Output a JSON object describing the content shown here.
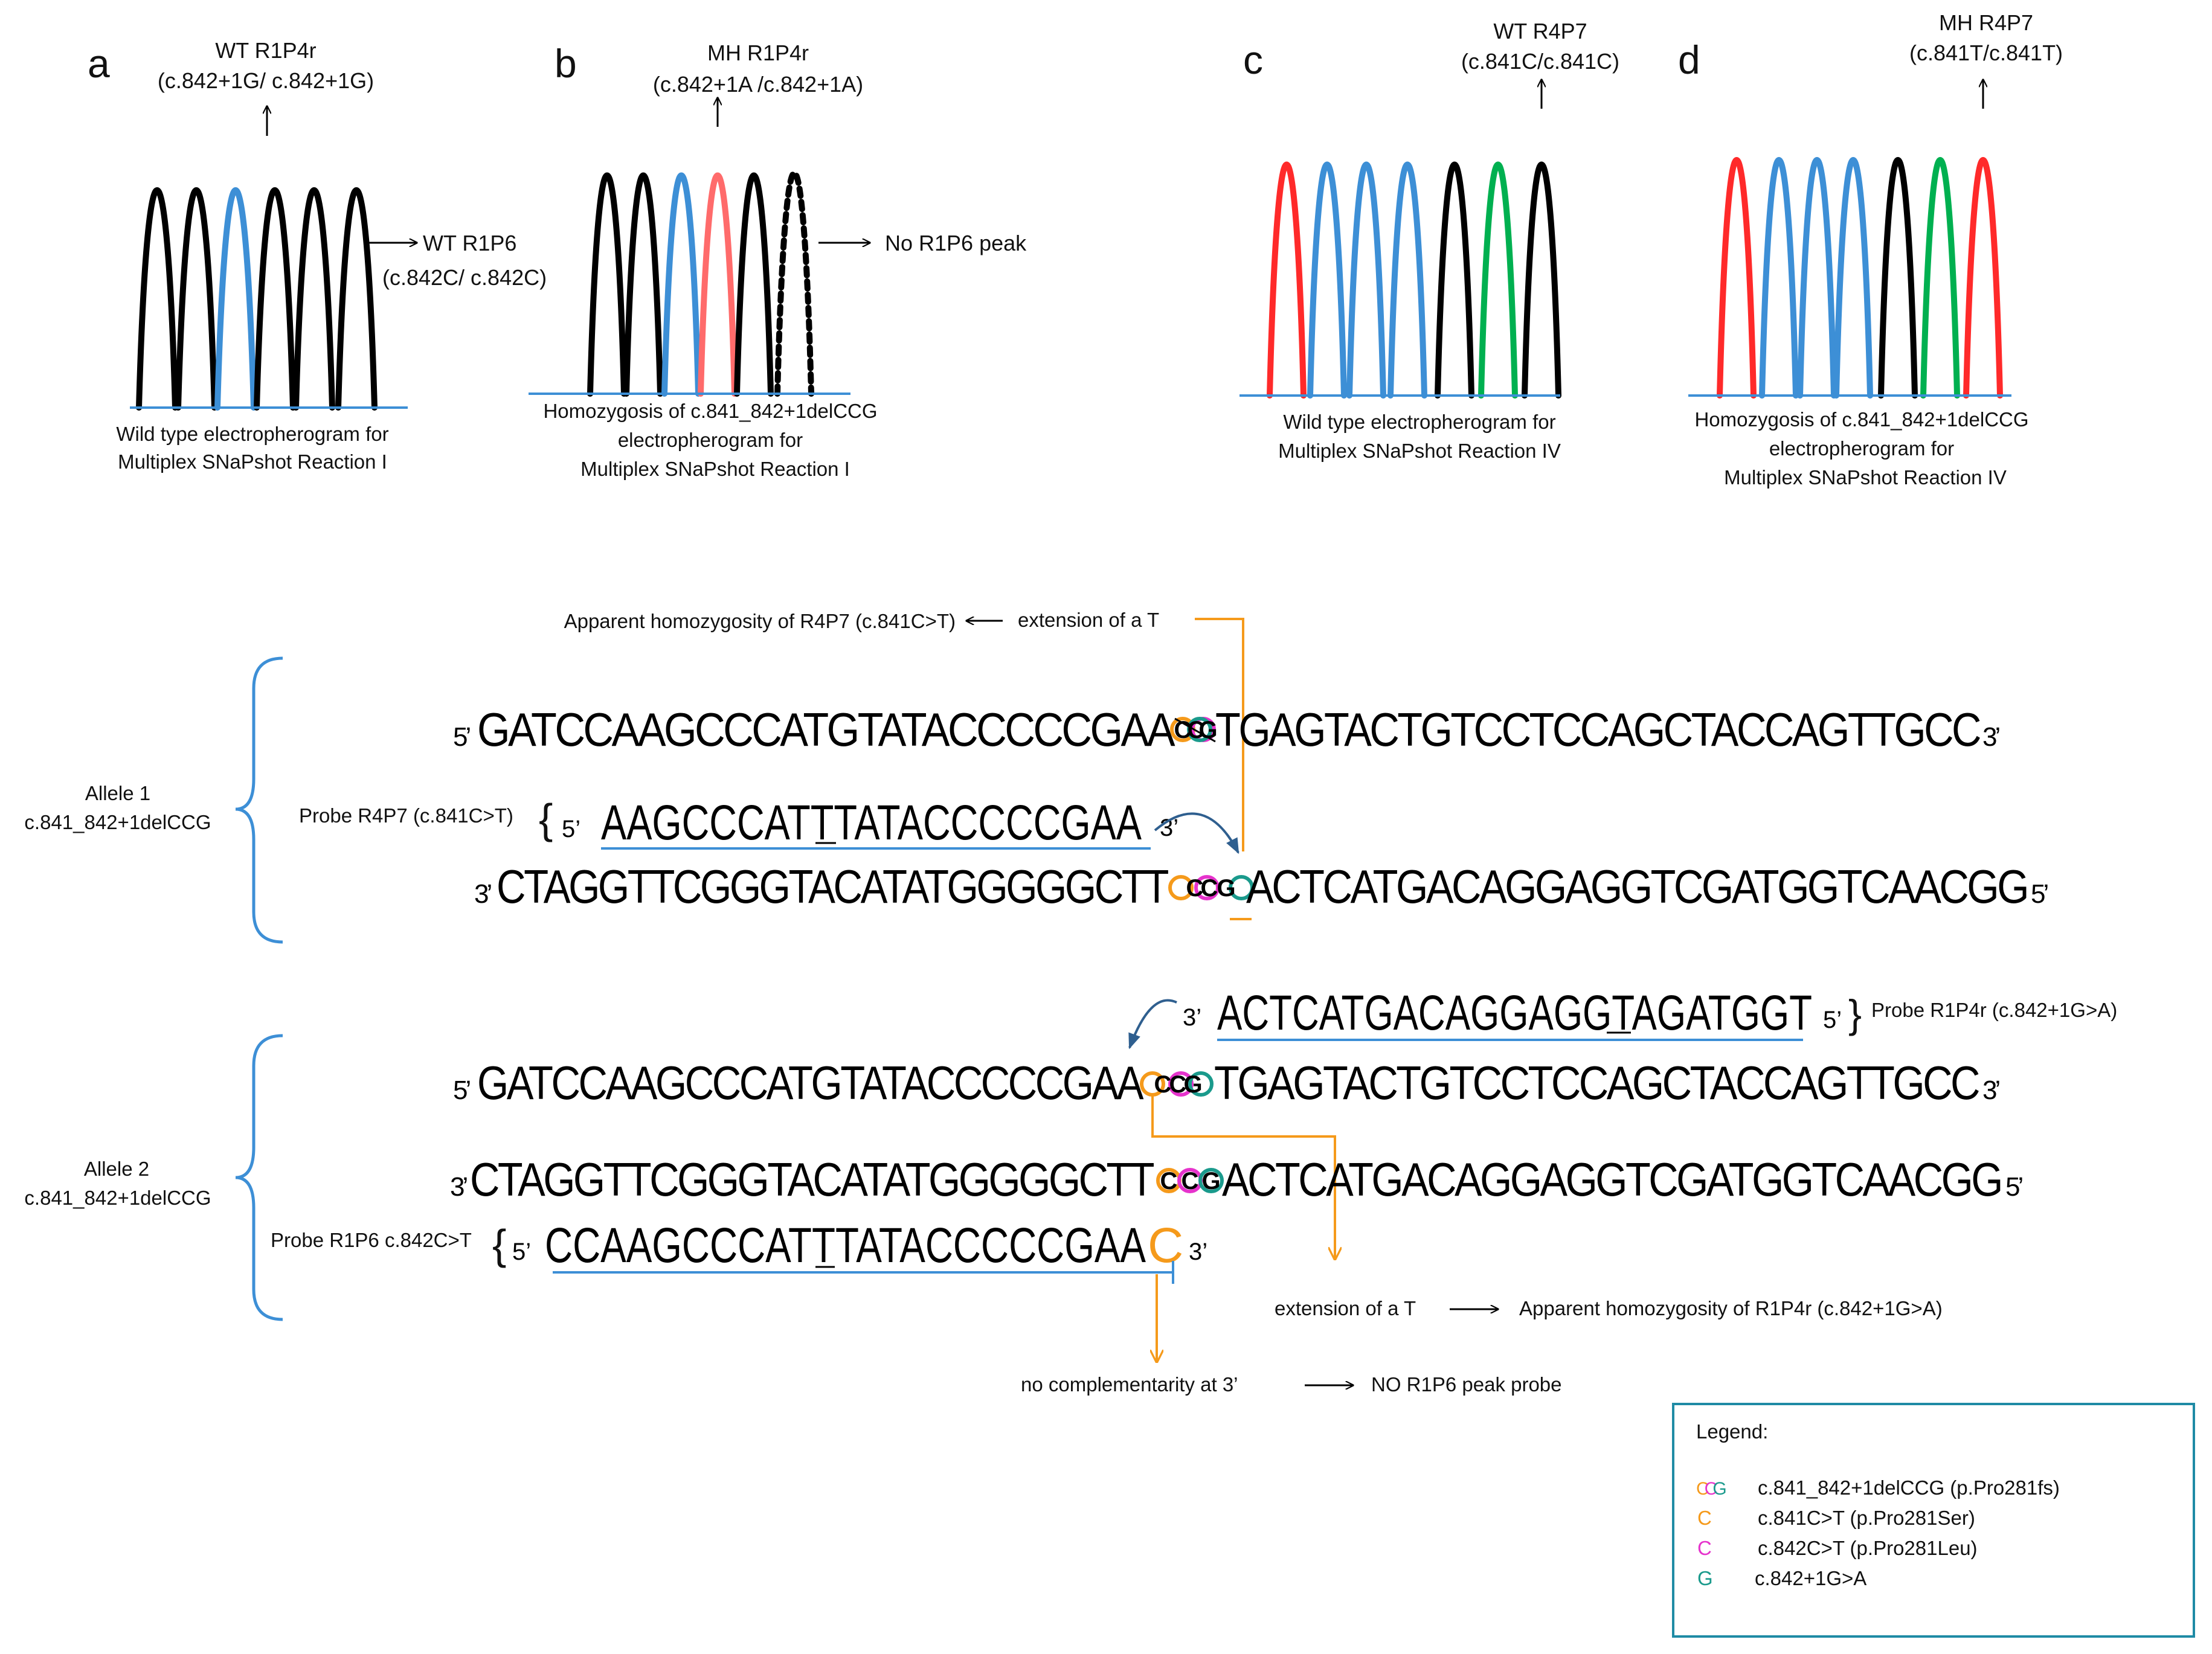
{
  "colors": {
    "black": "#000000",
    "blue": "#3d8fd6",
    "red": "#ff2a2a",
    "salmon": "#ff6b6b",
    "green": "#00b050",
    "orange": "#f59a1b",
    "magenta": "#e633cc",
    "teal": "#1a9a8c",
    "line_blue": "#3d8fd6",
    "legend_border": "#1f8ba5"
  },
  "panels": {
    "a": {
      "letter": "a",
      "title_line1": "WT R1P4r",
      "title_line2": "(c.842+1G/ c.842+1G)",
      "side_line1": "WT R1P6",
      "side_line2": "(c.842C/ c.842C)",
      "caption_line1": "Wild type electropherogram for",
      "caption_line2": "Multiplex SNaPshot Reaction I"
    },
    "b": {
      "letter": "b",
      "title_line1": "MH R1P4r",
      "title_line2": "(c.842+1A /c.842+1A)",
      "side_text": "No R1P6 peak",
      "caption_line1": "Homozygosis of c.841_842+1delCCG",
      "caption_line2": "electropherogram for",
      "caption_line3": "Multiplex SNaPshot Reaction I"
    },
    "c": {
      "letter": "c",
      "title_line1": "WT R4P7",
      "title_line2": "(c.841C/c.841C)",
      "caption_line1": "Wild type electropherogram for",
      "caption_line2": "Multiplex SNaPshot Reaction IV"
    },
    "d": {
      "letter": "d",
      "title_line1": "MH R4P7",
      "title_line2": "(c.841T/c.841T)",
      "caption_line1": "Homozygosis of c.841_842+1delCCG",
      "caption_line2": "electropherogram for",
      "caption_line3": "Multiplex SNaPshot Reaction IV"
    }
  },
  "allele1": {
    "label_line1": "Allele 1",
    "label_line2": "c.841_842+1delCCG",
    "top_note_left": "Apparent homozygosity of  R4P7 (c.841C>T)",
    "top_note_right": "extension of a T",
    "strand_top_prefix": "5’",
    "strand_top_left": "GATCCAAGCCCATGTATACCCCCGAA",
    "strand_top_right": "TGAGTACTGTCCTCCAGCTACCAGTTGCC",
    "strand_top_suffix": "3’",
    "probe_label": "Probe R4P7 (c.841C>T)",
    "probe_prefix": "5’",
    "probe_seq": "AAGCCCATTTATACCCCCGAA",
    "probe_suffix": "3’",
    "strand_bottom_prefix": "3’",
    "strand_bottom_left": "CTAGGTTCGGGTACATATGGGGGCTT",
    "strand_bottom_right": "ACTCATGACAGGAGGTCGATGGTCAACGG",
    "strand_bottom_suffix": "5’"
  },
  "allele2": {
    "label_line1": "Allele  2",
    "label_line2": "c.841_842+1delCCG",
    "probe_r1p4r_prefix": "3’",
    "probe_r1p4r_seq": "ACTCATGACAGGAGGTAGATGGT",
    "probe_r1p4r_suffix": "5’",
    "probe_r1p4r_label": "Probe R1P4r (c.842+1G>A)",
    "strand_top_prefix": "5’",
    "strand_top_left": "GATCCAAGCCCATGTATACCCCCGAA",
    "strand_top_right": "TGAGTACTGTCCTCCAGCTACCAGTTGCC",
    "strand_top_suffix": "3’",
    "strand_bottom_prefix": "3’",
    "strand_bottom_left": "CTAGGTTCGGGTACATATGGGGGCTT",
    "strand_bottom_right": "ACTCATGACAGGAGGTCGATGGTCAACGG",
    "strand_bottom_suffix": "5’",
    "probe_r1p6_label": "Probe R1P6 c.842C>T",
    "probe_r1p6_prefix": "5’",
    "probe_r1p6_seq": "CCAAGCCCATTTATACCCCCGAA",
    "probe_r1p6_last": "C",
    "probe_r1p6_suffix": "3’",
    "ext_note_left": "extension of a T",
    "ext_note_right": "Apparent homozygosity of R1P4r  (c.842+1G>A)",
    "bottom_note_left": "no  complementarity at  3’",
    "bottom_note_right": "NO R1P6  peak probe"
  },
  "deleted_letters": [
    "C",
    "C",
    "G"
  ],
  "legend": {
    "title": "Legend:",
    "rows": [
      {
        "symbol": "CCG",
        "text": "c.841_842+1delCCG (p.Pro281fs)"
      },
      {
        "symbol": "C",
        "text": "c.841C>T (p.Pro281Ser)"
      },
      {
        "symbol": "C",
        "text": "c.842C>T (p.Pro281Leu)"
      },
      {
        "symbol": "G",
        "text": "c.842+1G>A"
      }
    ]
  }
}
